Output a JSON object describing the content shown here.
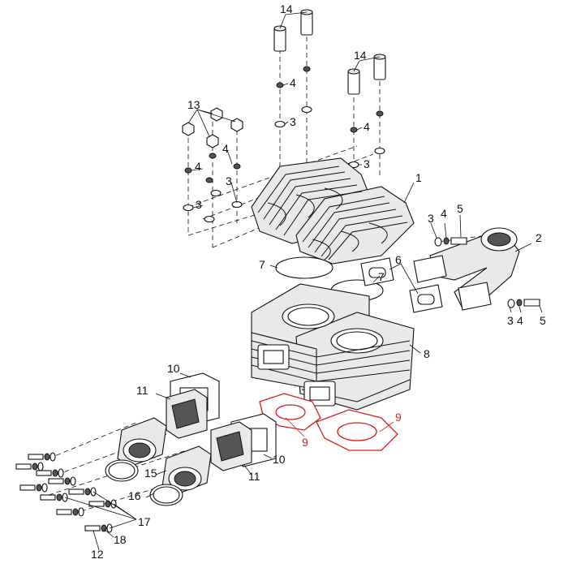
{
  "colors": {
    "line": "#111111",
    "highlight": "#d92020",
    "background": "#ffffff"
  },
  "callouts": {
    "c14a": "14",
    "c14b": "14",
    "c4a": "4",
    "c3a": "3",
    "c4b": "4",
    "c3b": "3",
    "c13": "13",
    "c4c": "4",
    "c4d": "4",
    "c3c": "3",
    "c3d": "3",
    "c1": "1",
    "c3e": "3",
    "c4e": "4",
    "c5a": "5",
    "c2": "2",
    "c7a": "7",
    "c6": "6",
    "c7b": "7",
    "c3f": "3",
    "c4f": "4",
    "c5b": "5",
    "c8": "8",
    "c10a": "10",
    "c11a": "11",
    "c9a": "9",
    "c9b": "9",
    "c15": "15",
    "c16": "16",
    "c10b": "10",
    "c11b": "11",
    "c17": "17",
    "c18": "18",
    "c12": "12"
  }
}
